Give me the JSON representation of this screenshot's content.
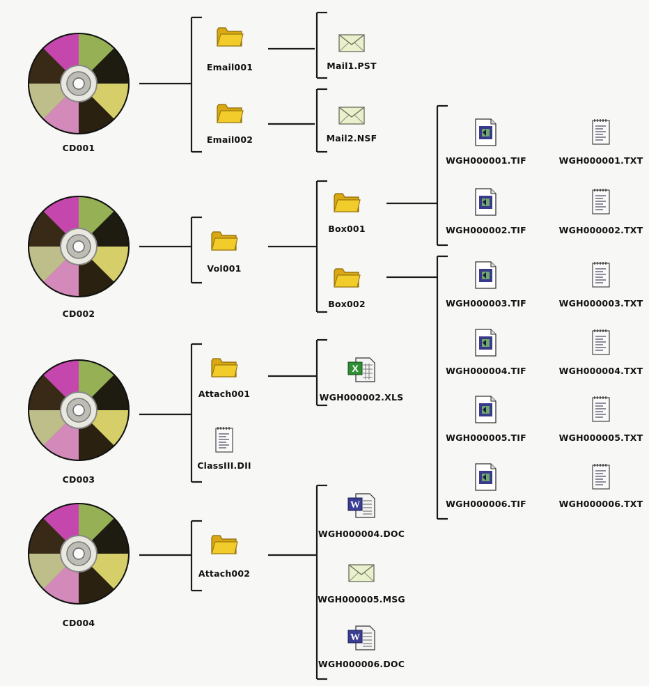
{
  "cds": [
    {
      "id": "cd001",
      "label": "CD001"
    },
    {
      "id": "cd002",
      "label": "CD002"
    },
    {
      "id": "cd003",
      "label": "CD003"
    },
    {
      "id": "cd004",
      "label": "CD004"
    }
  ],
  "folders": [
    {
      "id": "email001",
      "label": "Email001"
    },
    {
      "id": "email002",
      "label": "Email002"
    },
    {
      "id": "vol001",
      "label": "Vol001"
    },
    {
      "id": "box001",
      "label": "Box001"
    },
    {
      "id": "box002",
      "label": "Box002"
    },
    {
      "id": "attach001",
      "label": "Attach001"
    },
    {
      "id": "attach002",
      "label": "Attach002"
    }
  ],
  "files": [
    {
      "id": "mail1",
      "label": "Mail1.PST",
      "icon": "envelope-icon"
    },
    {
      "id": "mail2",
      "label": "Mail2.NSF",
      "icon": "envelope-icon"
    },
    {
      "id": "classiii",
      "label": "ClassIII.DII",
      "icon": "text-file-icon"
    },
    {
      "id": "xls2",
      "label": "WGH000002.XLS",
      "icon": "excel-file-icon"
    },
    {
      "id": "doc4",
      "label": "WGH000004.DOC",
      "icon": "word-file-icon"
    },
    {
      "id": "msg5",
      "label": "WGH000005.MSG",
      "icon": "envelope-icon"
    },
    {
      "id": "doc6",
      "label": "WGH000006.DOC",
      "icon": "word-file-icon"
    },
    {
      "id": "tif1",
      "label": "WGH000001.TIF",
      "icon": "tif-image-icon"
    },
    {
      "id": "txt1",
      "label": "WGH000001.TXT",
      "icon": "text-file-icon"
    },
    {
      "id": "tif2",
      "label": "WGH000002.TIF",
      "icon": "tif-image-icon"
    },
    {
      "id": "txt2",
      "label": "WGH000002.TXT",
      "icon": "text-file-icon"
    },
    {
      "id": "tif3",
      "label": "WGH000003.TIF",
      "icon": "tif-image-icon"
    },
    {
      "id": "txt3",
      "label": "WGH000003.TXT",
      "icon": "text-file-icon"
    },
    {
      "id": "tif4",
      "label": "WGH000004.TIF",
      "icon": "tif-image-icon"
    },
    {
      "id": "txt4",
      "label": "WGH000004.TXT",
      "icon": "text-file-icon"
    },
    {
      "id": "tif5",
      "label": "WGH000005.TIF",
      "icon": "tif-image-icon"
    },
    {
      "id": "txt5",
      "label": "WGH000005.TXT",
      "icon": "text-file-icon"
    },
    {
      "id": "tif6",
      "label": "WGH000006.TIF",
      "icon": "tif-image-icon"
    },
    {
      "id": "txt6",
      "label": "WGH000006.TXT",
      "icon": "text-file-icon"
    }
  ],
  "colors": {
    "line": "#1a1a1a",
    "folder": "#f2cc2a",
    "envelope": "#e9f1cc",
    "word": "#3b3f93",
    "excel": "#2f8f35",
    "tif": "#3a3a8a"
  }
}
